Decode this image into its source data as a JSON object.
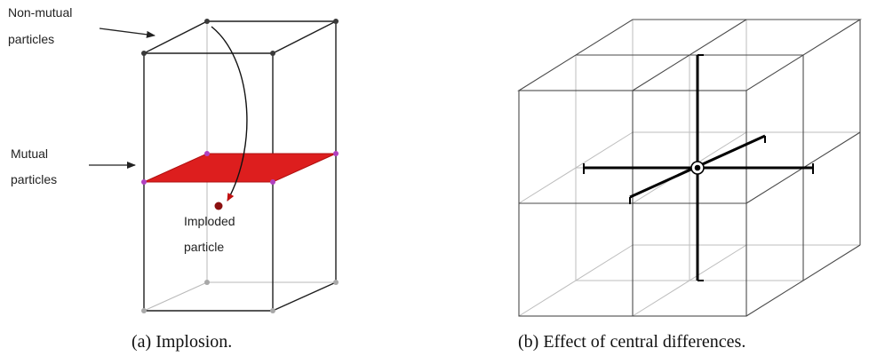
{
  "panel_a": {
    "label_nonmutual_1": "Non-mutual",
    "label_nonmutual_2": "particles",
    "label_mutual_1": "Mutual",
    "label_mutual_2": "particles",
    "label_imploded_1": "Imploded",
    "label_imploded_2": "particle",
    "caption": "(a) Implosion.",
    "colors": {
      "mutual_plane": "#dd1e1e",
      "mutual_particle": "#b040c0",
      "nonmutual_particle": "#3a3a3a",
      "hidden_particle": "#a8a8a8",
      "imploded_particle": "#8b1010"
    }
  },
  "panel_b": {
    "caption": "(b) Effect of central differences."
  }
}
